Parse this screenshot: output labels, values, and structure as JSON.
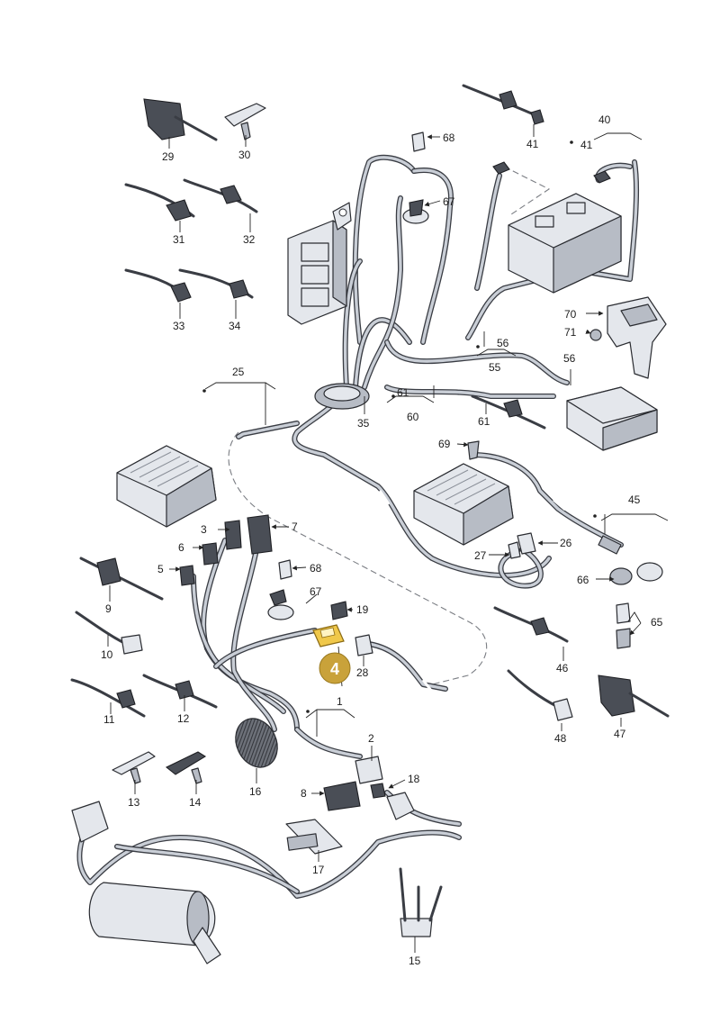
{
  "diagram": {
    "highlight": {
      "number": "4",
      "color": "#c9a23a",
      "part_color": "#f0c84a"
    },
    "callouts": [
      "1",
      "2",
      "3",
      "5",
      "6",
      "7",
      "8",
      "9",
      "10",
      "11",
      "12",
      "13",
      "14",
      "15",
      "16",
      "17",
      "18",
      "19",
      "25",
      "26",
      "27",
      "28",
      "29",
      "30",
      "31",
      "32",
      "33",
      "34",
      "35",
      "41",
      "45",
      "46",
      "47",
      "48",
      "55",
      "56",
      "60",
      "61",
      "65",
      "66",
      "67",
      "68",
      "69",
      "70",
      "71"
    ],
    "groups": [
      {
        "top": "40",
        "bottom": "41"
      },
      {
        "top": "56",
        "bottom": "55"
      },
      {
        "top": "61",
        "bottom": "60"
      }
    ]
  }
}
